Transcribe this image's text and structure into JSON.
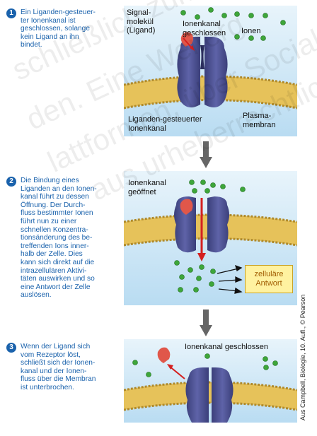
{
  "steps": [
    {
      "number": "1",
      "text": "Ein Liganden-gesteuer-\nter Ionenkanal ist\ngeschlossen, solange\nkein Ligand an ihn\nbindet."
    },
    {
      "number": "2",
      "text": "Die Bindung eines\nLiganden an den Ionen-\nkanal führt zu dessen\nÖffnung. Der Durch-\nfluss bestimmter Ionen\nführt nun zu einer\nschnellen Konzentra-\ntionsänderung des be-\ntreffenden Ions inner-\nhalb der Zelle. Dies\nkann sich direkt auf die\nintrazellulären Aktivi-\ntäten auswirken und so\neine Antwort der Zelle\nauslösen."
    },
    {
      "number": "3",
      "text": "Wenn der Ligand sich\nvom Rezeptor löst,\nschließt sich der Ionen-\nkanal und der Ionen-\nfluss über die Membran\nist unterbrochen."
    }
  ],
  "panel1": {
    "signal_label": "Signal-\nmolekül\n(Ligand)",
    "channel_closed_label": "Ionenkanal\ngeschlossen",
    "ions_label": "Ionen",
    "channel_label": "Liganden-gesteuerter\nIonenkanal",
    "membrane_label": "Plasma-\nmembran"
  },
  "panel2": {
    "channel_open_label": "Ionenkanal\ngeöffnet",
    "response_label": "zelluläre\nAntwort"
  },
  "panel3": {
    "channel_closed_label": "Ionenkanal geschlossen"
  },
  "credit": "Aus Campbell, Biologie, 10. Aufl., © Pearson",
  "watermark": [
    "schließlich zum",
    "den. Eine Weiterg",
    "lattformen, über Social",
    "aus urheberrechtlich"
  ],
  "colors": {
    "step_text": "#1a62ac",
    "ion": "#3ea63a",
    "ligand": "#e0574a",
    "channel": "#4a4e8c",
    "membrane": "#e6c25a",
    "arrow_red": "#d42020",
    "panel_bg": "#cde6f5"
  },
  "icons": [
    "ligand-icon",
    "ion-icon",
    "ion-channel-icon",
    "down-arrow-icon",
    "red-arrow-icon"
  ]
}
